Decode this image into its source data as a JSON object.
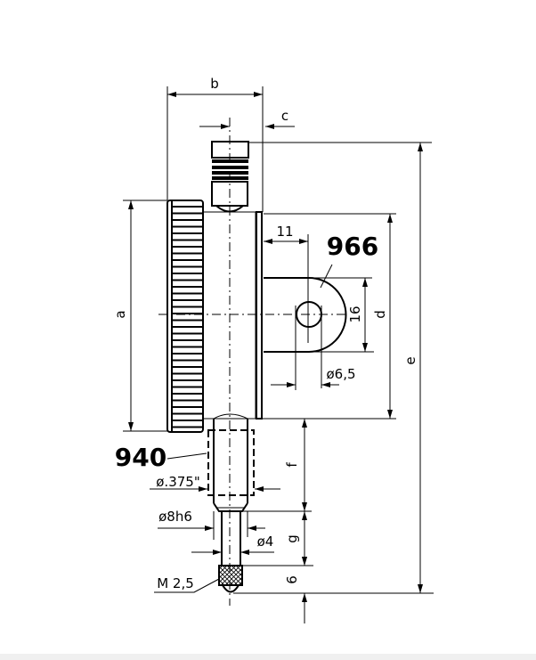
{
  "drawing": {
    "dimensions": {
      "a": "a",
      "b": "b",
      "c": "c",
      "d": "d",
      "e": "e",
      "f": "f",
      "g": "g",
      "tip_length": "6",
      "lug_width": "16",
      "lug_offset": "11",
      "hole_diameter": "ø6,5",
      "stem_diameter_inch": "ø.375\"",
      "stem_diameter": "ø8h6",
      "spindle_diameter": "ø4",
      "thread": "M 2,5"
    },
    "callouts": {
      "lug_back": "966",
      "stem": "940"
    }
  }
}
